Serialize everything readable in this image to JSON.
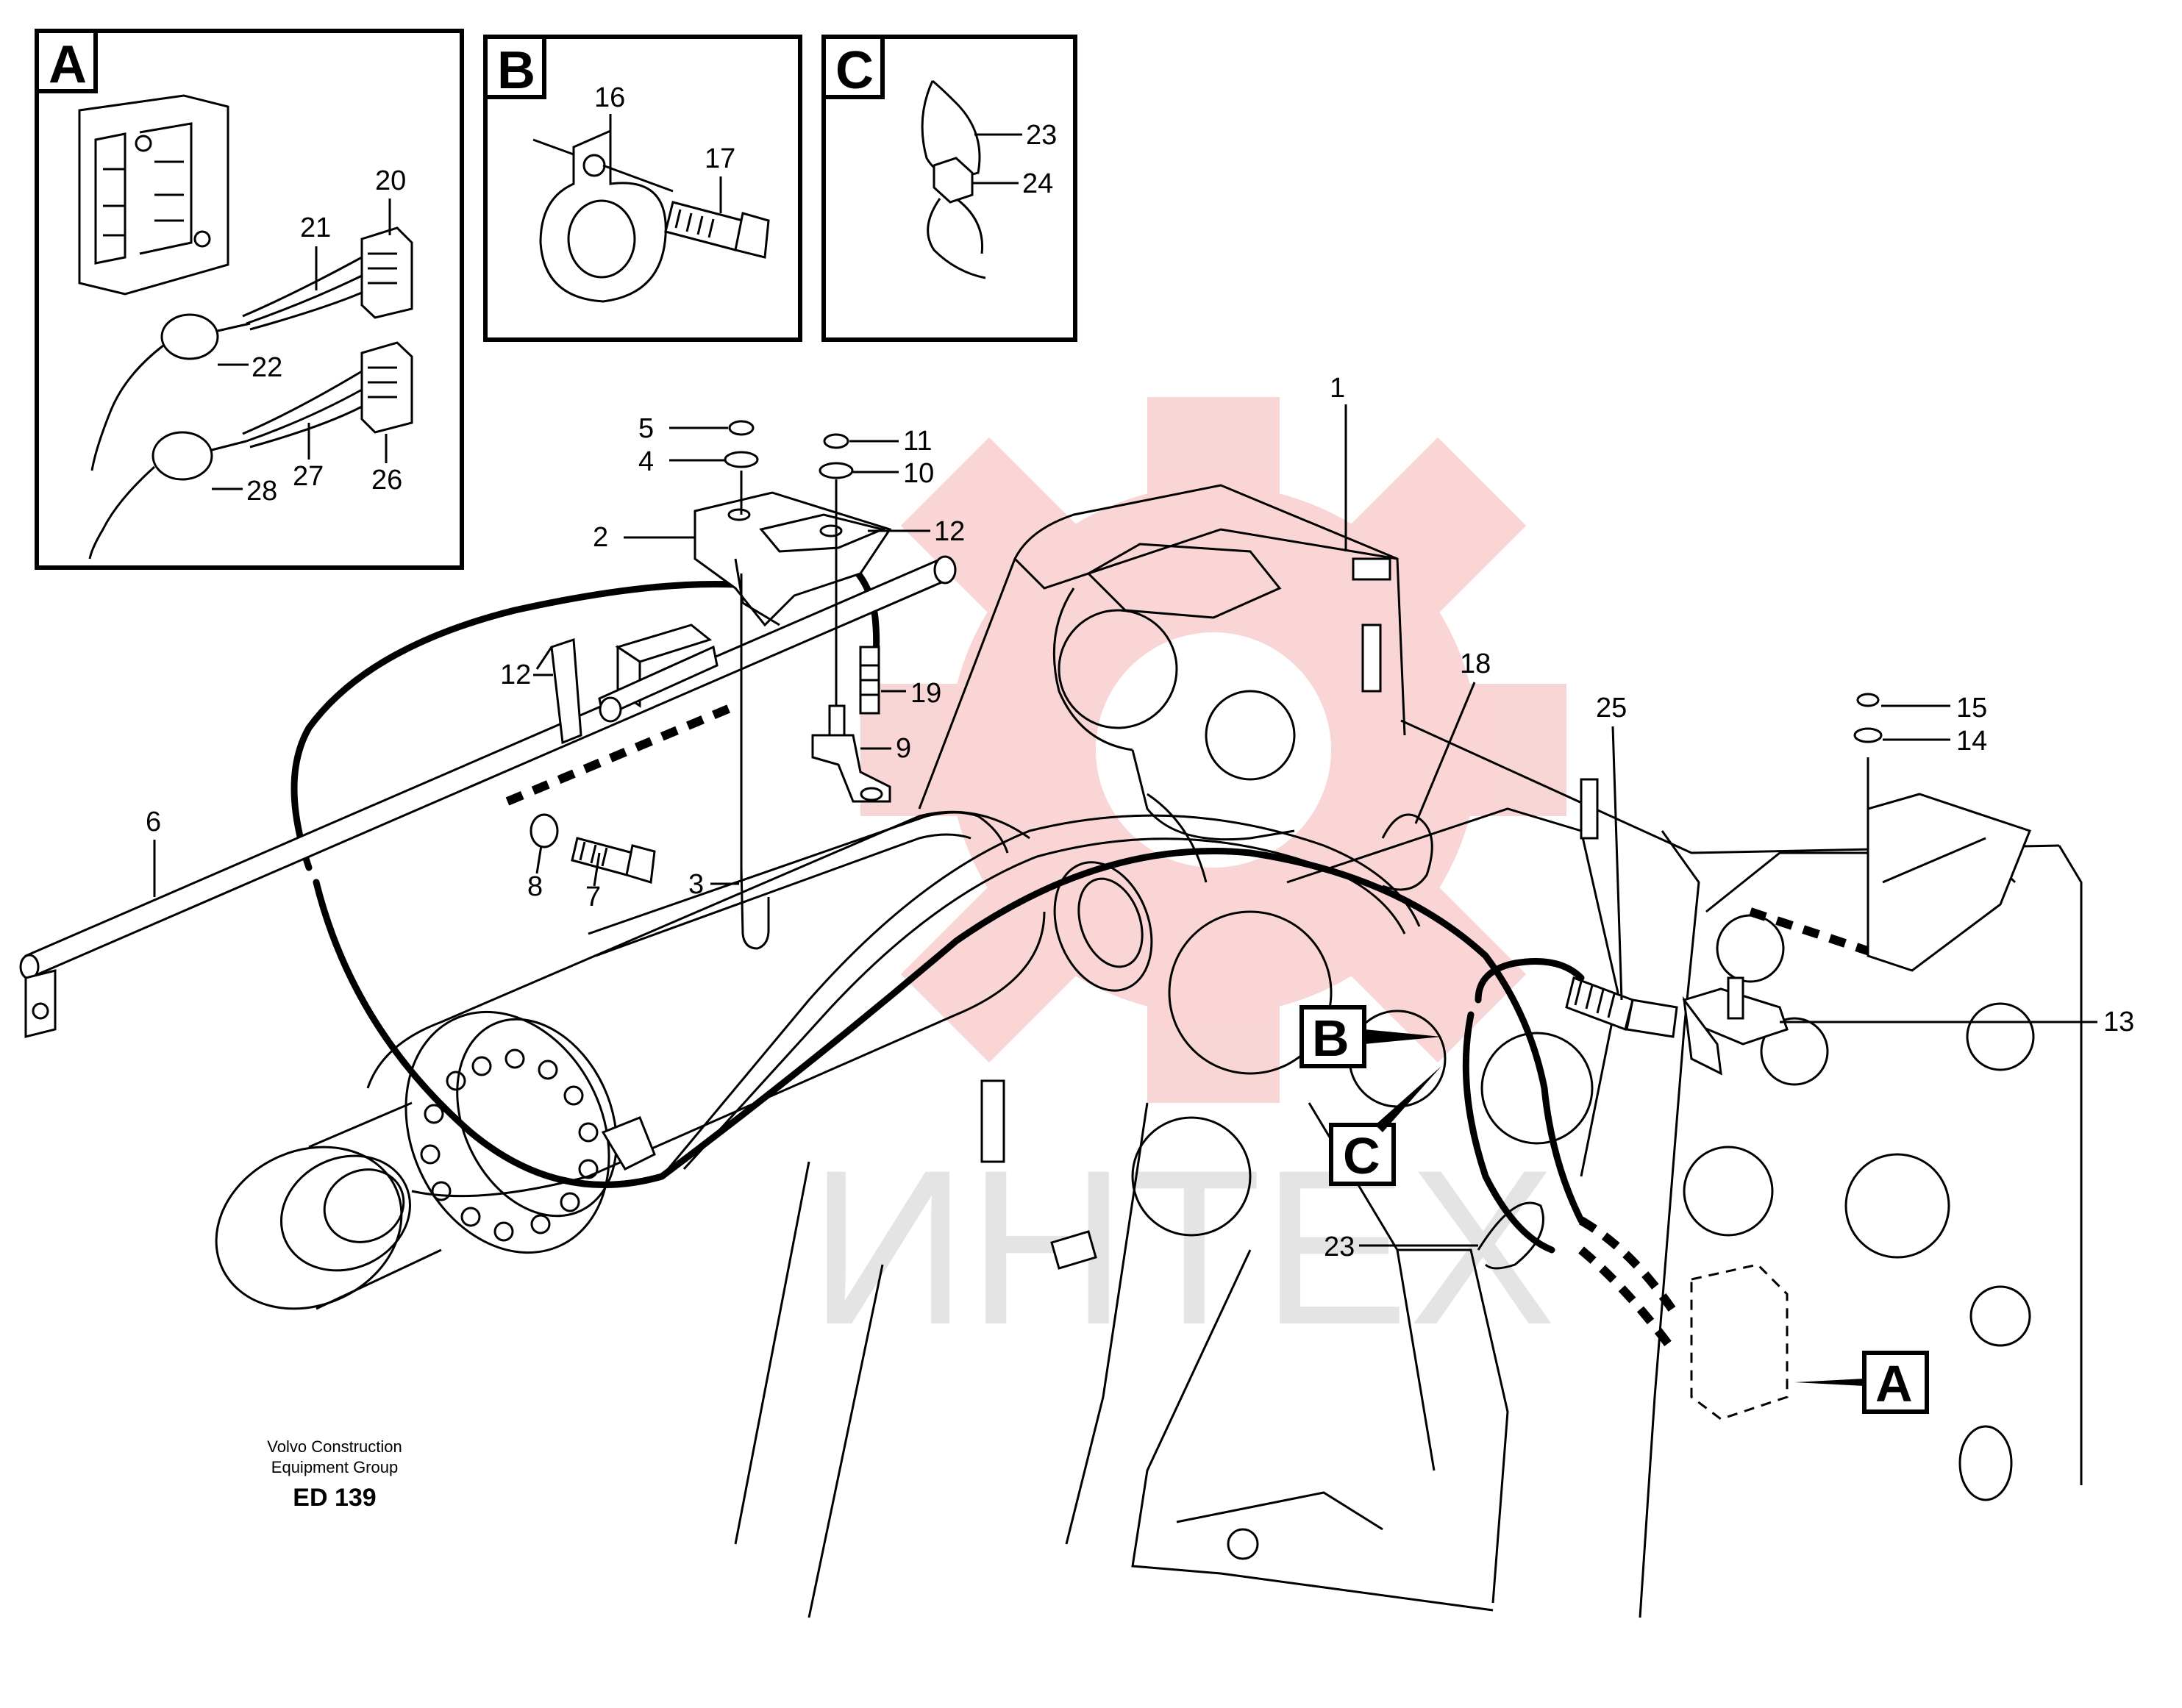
{
  "callouts": {
    "n1": "1",
    "n2": "2",
    "n3": "3",
    "n4": "4",
    "n5": "5",
    "n6": "6",
    "n7": "7",
    "n8": "8",
    "n9": "9",
    "n10": "10",
    "n11": "11",
    "n12a": "12",
    "n12b": "12",
    "n13": "13",
    "n14": "14",
    "n15": "15",
    "n16": "16",
    "n17": "17",
    "n18": "18",
    "n19": "19",
    "n20": "20",
    "n21": "21",
    "n22": "22",
    "n23a": "23",
    "n23b": "23",
    "n24": "24",
    "n25": "25",
    "n26": "26",
    "n27": "27",
    "n28": "28"
  },
  "detail_boxes": {
    "a": "A",
    "b": "B",
    "c": "C"
  },
  "section_markers": {
    "a": "A",
    "b": "B",
    "c": "C"
  },
  "credit": {
    "line1": "Volvo Construction",
    "line2": "Equipment Group",
    "code": "ED 139"
  },
  "watermark": {
    "text": "ИНТЕХ",
    "color": "#f2a3a3"
  }
}
